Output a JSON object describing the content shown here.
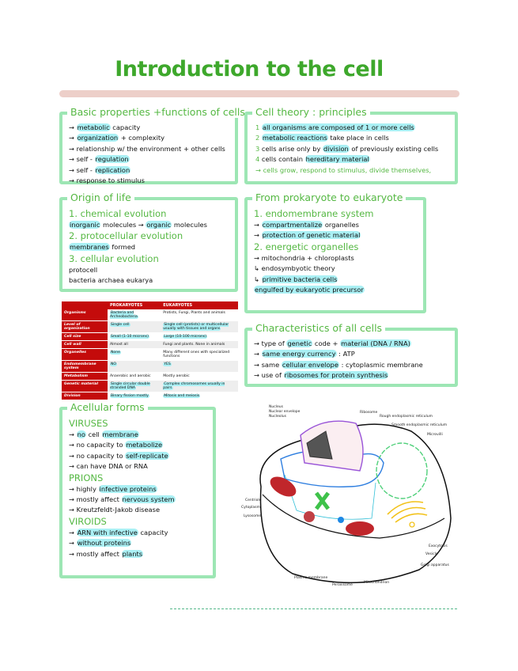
{
  "title": "Introduction to the cell",
  "colors": {
    "heading_green": "#55b843",
    "border_green": "#9de6b4",
    "highlight": "#aaf0f4",
    "table_red": "#c40b0b",
    "title_bar": "#edcfc9"
  },
  "sections": {
    "basic": {
      "heading": "Basic properties +functions of cells",
      "lines": [
        [
          {
            "t": "→ "
          },
          {
            "t": "metabolic",
            "hl": true
          },
          {
            "t": " capacity"
          }
        ],
        [
          {
            "t": "→ "
          },
          {
            "t": "organization",
            "hl": true
          },
          {
            "t": " + complexity"
          }
        ],
        [
          {
            "t": "→ relationship w/ the environment + other cells"
          }
        ],
        [
          {
            "t": "→ self - "
          },
          {
            "t": "regulation",
            "hl": true
          }
        ],
        [
          {
            "t": "→ self - "
          },
          {
            "t": "replication",
            "hl": true
          }
        ],
        [
          {
            "t": "→ response to stimulus"
          }
        ]
      ]
    },
    "theory": {
      "heading": "Cell theory : principles",
      "lines": [
        [
          {
            "t": "1 ",
            "g": true
          },
          {
            "t": "all organisms are composed of 1 or more cells",
            "hl": true
          }
        ],
        [
          {
            "t": "2 ",
            "g": true
          },
          {
            "t": "metabolic reactions",
            "hl": true
          },
          {
            "t": " take place in cells"
          }
        ],
        [
          {
            "t": "3 ",
            "g": true
          },
          {
            "t": "cells arise only by "
          },
          {
            "t": "division",
            "hl": true
          },
          {
            "t": " of previously existing cells"
          }
        ],
        [
          {
            "t": "4 ",
            "g": true
          },
          {
            "t": "cells contain "
          },
          {
            "t": "hereditary material",
            "hl": true
          }
        ],
        [
          {
            "t": " "
          }
        ],
        [
          {
            "t": "→ cells grow, respond to stimulus, divide themselves,",
            "g": true
          }
        ]
      ]
    },
    "origin": {
      "heading": "Origin of life",
      "lines": [
        [
          {
            "t": " "
          }
        ],
        [
          {
            "t": "1. chemical evolution",
            "sub": true
          }
        ],
        [
          {
            "t": "inorganic",
            "hl": true
          },
          {
            "t": " molecules → "
          },
          {
            "t": "organic",
            "hl": true
          },
          {
            "t": " molecules"
          }
        ],
        [
          {
            "t": "2. protocellular evolution",
            "sub": true
          }
        ],
        [
          {
            "t": "membranes",
            "hl": true
          },
          {
            "t": " formed"
          }
        ],
        [
          {
            "t": "3. cellular   evolution",
            "sub": true
          }
        ],
        [
          {
            "t": "          protocell"
          }
        ],
        [
          {
            "t": "bacteria   archaea   eukarya"
          }
        ]
      ]
    },
    "prok_euk": {
      "heading": "From prokaryote to eukaryote",
      "lines": [
        [
          {
            "t": " "
          }
        ],
        [
          {
            "t": "1. endomembrane system",
            "sub": true
          }
        ],
        [
          {
            "t": "→ "
          },
          {
            "t": "compartmentalize",
            "hl": true
          },
          {
            "t": " organelles"
          }
        ],
        [
          {
            "t": "→ "
          },
          {
            "t": "protection of genetic material",
            "hl": true
          }
        ],
        [
          {
            "t": " "
          }
        ],
        [
          {
            "t": "2. energetic organelles",
            "sub": true
          }
        ],
        [
          {
            "t": "→ mitochondria + chloroplasts"
          }
        ],
        [
          {
            "t": "  ↳ endosymbyotic theory"
          }
        ],
        [
          {
            "t": "  ↳ "
          },
          {
            "t": "primitive bacteria cells",
            "hl": true
          }
        ],
        [
          {
            "t": "  "
          },
          {
            "t": "engulfed by eukaryotic precursor",
            "hl": true
          }
        ]
      ]
    },
    "characteristics": {
      "heading": "Characteristics of all cells",
      "lines": [
        [
          {
            "t": "→ type of "
          },
          {
            "t": "genetic",
            "hl": true
          },
          {
            "t": " code + "
          },
          {
            "t": "material (DNA / RNA)",
            "hl": true
          }
        ],
        [
          {
            "t": "→ "
          },
          {
            "t": "same energy currency",
            "hl": true
          },
          {
            "t": "  : ATP"
          }
        ],
        [
          {
            "t": "→ same "
          },
          {
            "t": "cellular envelope",
            "hl": true
          },
          {
            "t": " : cytoplasmic membrane"
          }
        ],
        [
          {
            "t": "→ use of "
          },
          {
            "t": "ribosomes for protein synthesis",
            "hl": true
          }
        ]
      ]
    },
    "acellular": {
      "heading": "Acellular forms",
      "lines": [
        [
          {
            "t": "VIRUSES",
            "sub": true
          }
        ],
        [
          {
            "t": "  → "
          },
          {
            "t": "no",
            "hl": true
          },
          {
            "t": " cell "
          },
          {
            "t": "membrane",
            "hl": true
          }
        ],
        [
          {
            "t": "  → no capacity to "
          },
          {
            "t": "metabolize",
            "hl": true
          }
        ],
        [
          {
            "t": "  → no capacity to "
          },
          {
            "t": "self-replicate",
            "hl": true
          }
        ],
        [
          {
            "t": "  → can have DNA or RNA"
          }
        ],
        [
          {
            "t": " "
          }
        ],
        [
          {
            "t": "PRIONS",
            "sub": true
          }
        ],
        [
          {
            "t": "  → highly "
          },
          {
            "t": "infective proteins",
            "hl": true
          }
        ],
        [
          {
            "t": "  → mostly affect "
          },
          {
            "t": "nervous system",
            "hl": true
          }
        ],
        [
          {
            "t": "  → Kreutzfeldt-Jakob disease"
          }
        ],
        [
          {
            "t": " "
          }
        ],
        [
          {
            "t": "VIROIDS",
            "sub": true
          }
        ],
        [
          {
            "t": "  → "
          },
          {
            "t": "ARN with infective",
            "hl": true
          },
          {
            "t": " capacity"
          }
        ],
        [
          {
            "t": "  → "
          },
          {
            "t": "without proteins",
            "hl": true
          }
        ],
        [
          {
            "t": "  → mostly affect "
          },
          {
            "t": "plants",
            "hl": true
          }
        ]
      ]
    }
  },
  "table": {
    "headers": [
      "",
      "PROKARYOTES",
      "EUKARYOTES"
    ],
    "rows": [
      [
        "Organisms",
        "Bacteria and Archeobacteria",
        "Protists, Fungi, Plants and animals"
      ],
      [
        "Level of organization",
        "Single cell",
        "Single cell (protists) or multicellular usually with tissues and organs"
      ],
      [
        "Cell size",
        "Small (1-10 microns)",
        "Large (10-100 microns)"
      ],
      [
        "Cell wall",
        "Almost all",
        "Fungi and plants. None in animals"
      ],
      [
        "Organelles",
        "None",
        "Many different ones with specialized functions"
      ],
      [
        "Endomembrane system",
        "NO",
        "YES"
      ],
      [
        "Metabolism",
        "Anaerobic and aerobic",
        "Mostly aerobic"
      ],
      [
        "Genetic material",
        "Single circular double stranded DNA",
        "Complex chromosomes usually in pairs"
      ],
      [
        "Division",
        "Binary fission mostly",
        "Mitosis and meiosis"
      ]
    ]
  },
  "cell_labels": {
    "nucleus": "Nucleus",
    "nuclear_envelope": "Nuclear envelope",
    "nucleolus": "Nucleolus",
    "ribosome": "Ribosome",
    "rough_er": "Rough endoplasmic reticulum",
    "smooth_er": "Smooth endoplasmic reticulum",
    "microvilli": "Microvilli",
    "centriole": "Centriole",
    "cytoplasm": "Cytoplasm",
    "lysosome": "Lysosome",
    "plasma_membrane": "Plasma membrane",
    "peroxisome": "Peroxisome",
    "mitochondrion": "Mitochondrion",
    "exocytosis": "Exocytosis",
    "vesicle": "Vesicle",
    "golgi": "Golgi apparatus"
  }
}
